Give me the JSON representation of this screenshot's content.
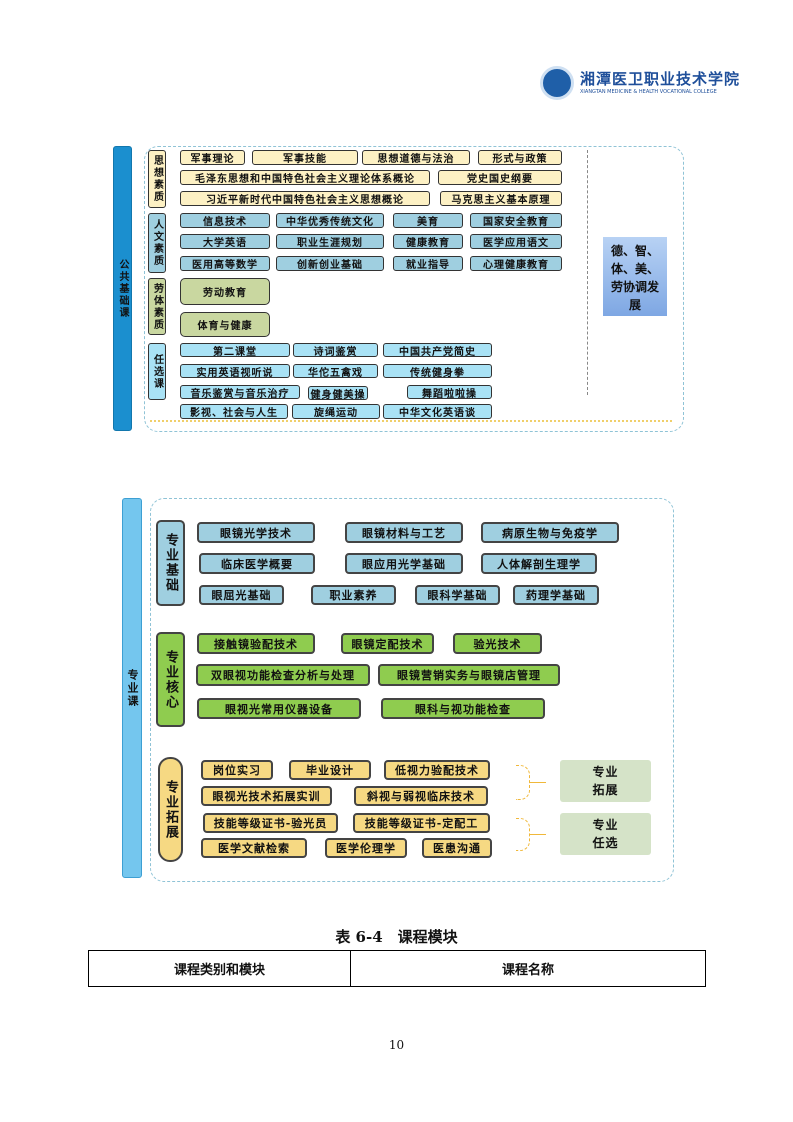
{
  "header": {
    "college_name_cn": "湘潭医卫职业技术学院",
    "college_name_en": "XIANGTAN MEDICINE & HEALTH VOCATIONAL COLLEGE"
  },
  "diagram1": {
    "side_label": "公共基础课",
    "categories": [
      "思想素质",
      "人文素质",
      "劳体素质",
      "任选课"
    ],
    "ideology": [
      "军事理论",
      "军事技能",
      "思想道德与法治",
      "形式与政策",
      "毛泽东思想和中国特色社会主义理论体系概论",
      "党史国史纲要",
      "习近平新时代中国特色社会主义思想概论",
      "马克思主义基本原理"
    ],
    "humanities": [
      "信息技术",
      "中华优秀传统文化",
      "美育",
      "国家安全教育",
      "大学英语",
      "职业生涯规划",
      "健康教育",
      "医学应用语文",
      "医用高等数学",
      "创新创业基础",
      "就业指导",
      "心理健康教育"
    ],
    "labor_pe": [
      "劳动教育",
      "体育与健康"
    ],
    "electives": [
      "第二课堂",
      "诗词鉴赏",
      "中国共产党简史",
      "实用英语视听说",
      "华佗五禽戏",
      "传统健身拳",
      "音乐鉴赏与音乐治疗",
      "健身健美操",
      "舞蹈啦啦操",
      "影视、社会与人生",
      "旋绳运动",
      "中华文化英语谈"
    ],
    "goal": "德、智、体、美、劳协调发展"
  },
  "diagram2": {
    "side_label": "专业课",
    "categories": [
      "专业基础",
      "专业核心",
      "专业拓展"
    ],
    "foundation": [
      "眼镜光学技术",
      "眼镜材料与工艺",
      "病原生物与免疫学",
      "临床医学概要",
      "眼应用光学基础",
      "人体解剖生理学",
      "眼屈光基础",
      "职业素养",
      "眼科学基础",
      "药理学基础"
    ],
    "core": [
      "接触镜验配技术",
      "眼镜定配技术",
      "验光技术",
      "双眼视功能检查分析与处理",
      "眼镜营销实务与眼镜店管理",
      "眼视光常用仪器设备",
      "眼科与视功能检查"
    ],
    "extension": [
      "岗位实习",
      "毕业设计",
      "低视力验配技术",
      "眼视光技术拓展实训",
      "斜视与弱视临床技术",
      "技能等级证书-验光员",
      "技能等级证书-定配工",
      "医学文献检索",
      "医学伦理学",
      "医患沟通"
    ],
    "groups": [
      "专业拓展",
      "专业任选"
    ]
  },
  "table": {
    "caption": "表 6-4　课程模块",
    "headers": [
      "课程类别和模块",
      "课程名称"
    ]
  },
  "page_number": "10"
}
